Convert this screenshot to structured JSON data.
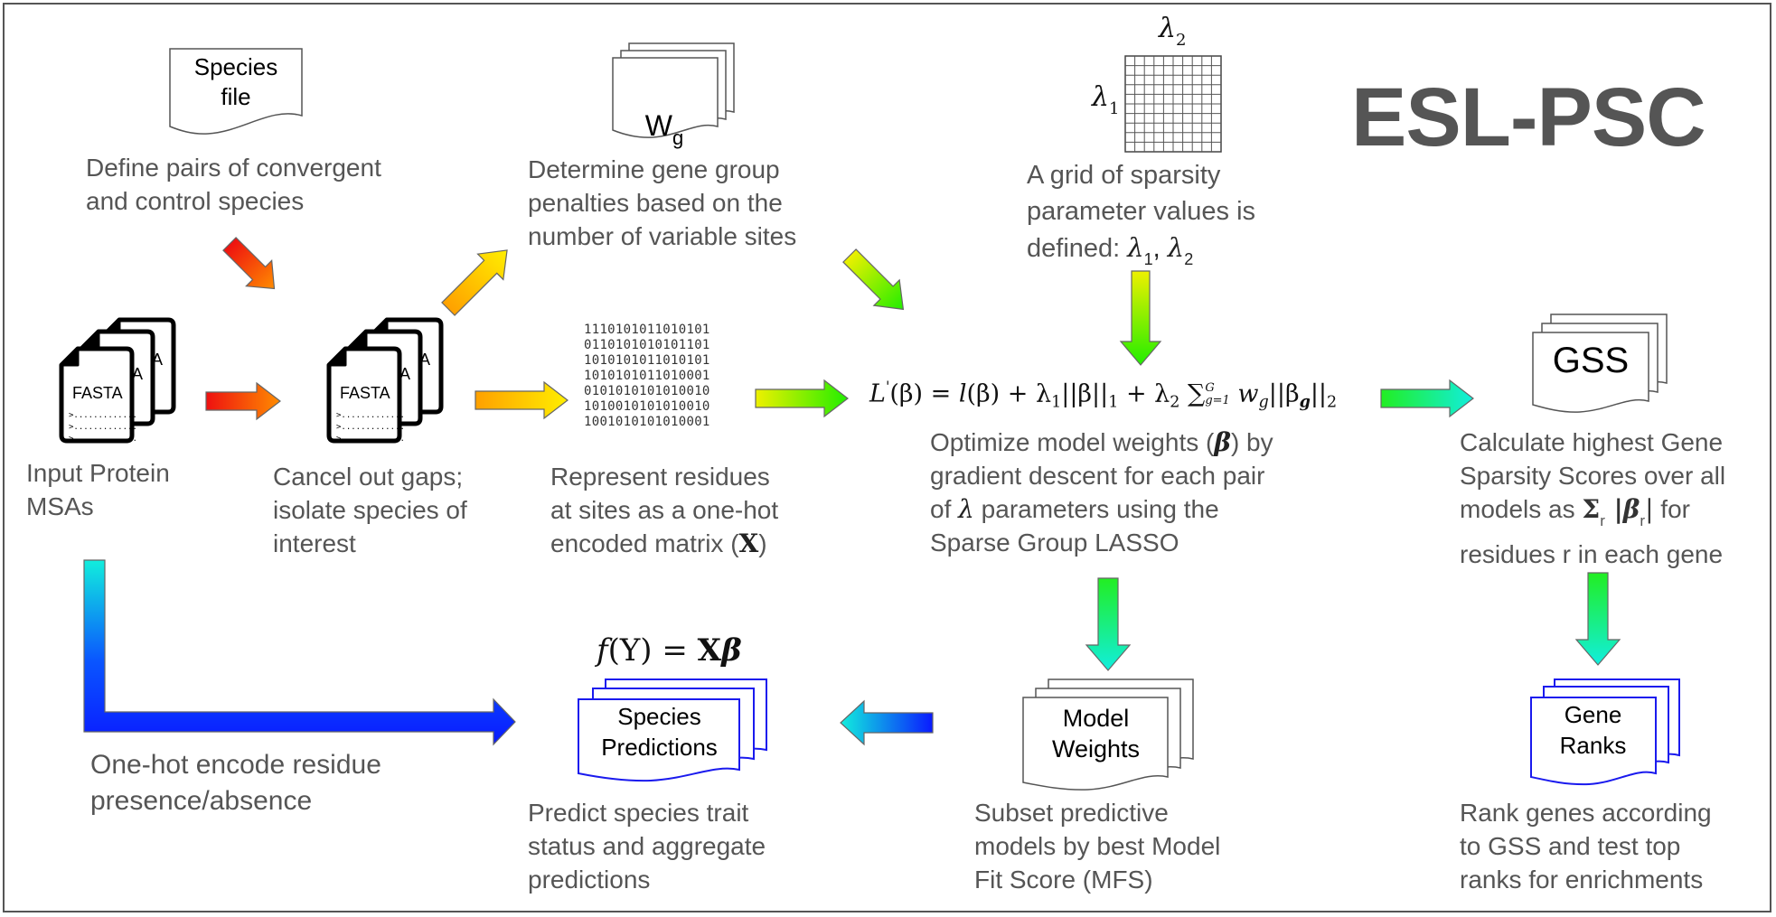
{
  "title": "ESL-PSC",
  "colors": {
    "red": "#ee1111",
    "orange": "#ff9a00",
    "yellow": "#f4f000",
    "green": "#22ee00",
    "cyan": "#11eedd",
    "blue": "#0a1aff",
    "text": "#555555"
  },
  "icons": {
    "fasta_stack": "fasta-document-stack-icon",
    "document": "document-icon",
    "grid": "parameter-grid-icon",
    "arrow": "gradient-arrow-icon"
  },
  "documents": {
    "species_file": "Species\nfile",
    "wg_main": "W",
    "wg_sub": "g",
    "gss": "GSS",
    "species_predictions": "Species\nPredictions",
    "model_weights": "Model\nWeights",
    "gene_ranks": "Gene\nRanks",
    "fasta_label": "FASTA",
    "fasta_partial": "A"
  },
  "grid": {
    "lambda1": "λ",
    "lambda2": "λ",
    "sub1": "1",
    "sub2": "2"
  },
  "matrix_rows": "1110101011010101\n0110101010101101\n1010101011010101\n1010101011010001\n0101010101010010\n1010010101010010\n1001010101010001",
  "captions": {
    "define_pairs": "Define pairs of convergent\nand control species",
    "gene_group": "Determine gene group\npenalties based on the\nnumber of variable sites",
    "grid_text_a": "A grid of sparsity\nparameter values is\ndefined: ",
    "input_msas": "Input Protein\nMSAs",
    "cancel_gaps": "Cancel out gaps;\nisolate species of\ninterest",
    "represent_a": "Represent residues\nat sites as a one-hot\nencoded matrix (",
    "represent_x": "X",
    "represent_b": ")",
    "optimize_a": "Optimize model weights (",
    "optimize_beta": "β",
    "optimize_b": ") by\ngradient descent for each pair\nof ",
    "optimize_lambda": "λ",
    "optimize_c": " parameters using the\nSparse Group LASSO",
    "gss_a": "Calculate highest Gene\nSparsity Scores over all\nmodels as ",
    "gss_sigma": "Σ",
    "gss_r": "r",
    "gss_abs": " |β",
    "gss_abs_end": "|",
    "gss_b": " for\nresidues r in each gene",
    "one_hot": "One-hot encode residue\npresence/absence",
    "predict": "Predict species trait\nstatus and aggregate\npredictions",
    "subset": "Subset predictive\nmodels by best Model\nFit Score (MFS)",
    "rank": "Rank genes according\nto GSS and test top\nranks for enrichments"
  },
  "equations": {
    "loss": "L'(β) = l(β) + λ₁||β||₁ + λ₂ ∑_{g=1}^{G} w_g||β_g||₂",
    "loss_lhs": "L",
    "loss_prime": "'",
    "loss_beta": "(β) = ",
    "loss_l": "l",
    "loss_rest1": "(β) + λ",
    "loss_one": "1",
    "loss_rest2": "||β||",
    "loss_one_b": "1",
    "loss_rest3": " + λ",
    "loss_two": "2",
    "loss_sum": " ∑",
    "loss_sum_sub": "g=1",
    "loss_sum_sup": "G",
    "loss_w": " w",
    "loss_g": "g",
    "loss_rest4": "||β",
    "loss_g2": "g",
    "loss_rest5": "||",
    "loss_two_b": "2",
    "prediction": "f(Y) = Xβ",
    "pred_f": "f",
    "pred_rest": "(Y) = ",
    "pred_x": "X",
    "pred_beta": "β"
  }
}
